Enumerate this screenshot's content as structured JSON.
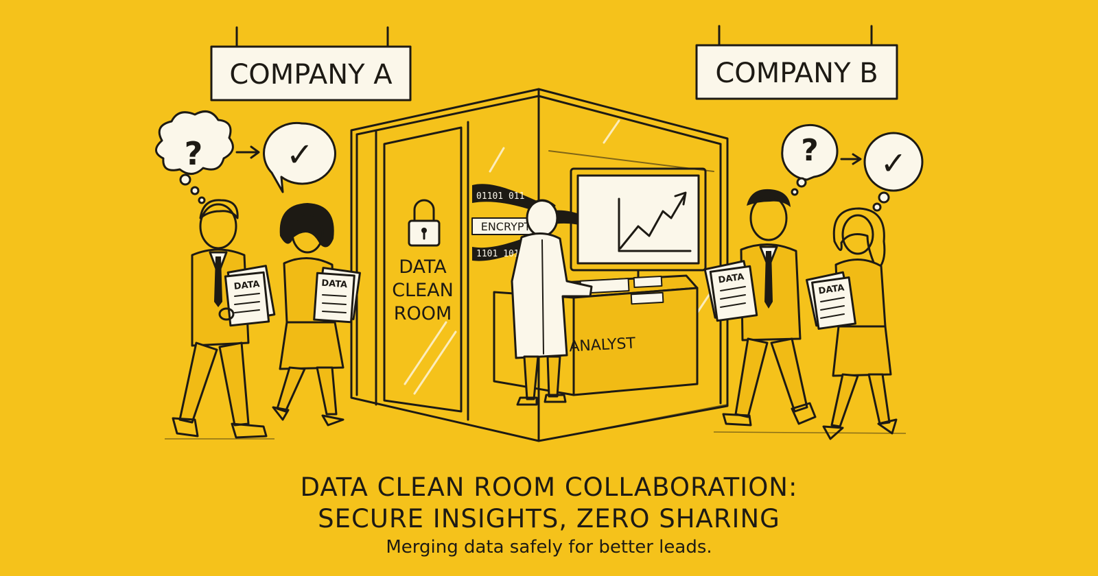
{
  "signs": {
    "company_a": "COMPANY A",
    "company_b": "COMPANY B"
  },
  "bubbles": {
    "question_mark": "?",
    "check_mark": "✓"
  },
  "room": {
    "door_label_line1": "DATA",
    "door_label_line2": "CLEAN",
    "door_label_line3": "ROOM",
    "encrypt_label": "ENCRYPT",
    "binary_top": "01101 011",
    "binary_bottom": "1101 101",
    "desk_label": "ANALYST"
  },
  "documents": {
    "label": "DATA"
  },
  "caption": {
    "title_line1": "DATA CLEAN ROOM COLLABORATION:",
    "title_line2": "SECURE INSIGHTS, ZERO SHARING",
    "subtitle": "Merging data safely for better leads."
  },
  "colors": {
    "background": "#f5c21b",
    "ink": "#1d1a14",
    "paper": "#fbf7ea"
  },
  "icons": [
    "padlock-icon",
    "rising-chart-icon",
    "question-mark-icon",
    "checkmark-icon",
    "arrow-icon"
  ]
}
